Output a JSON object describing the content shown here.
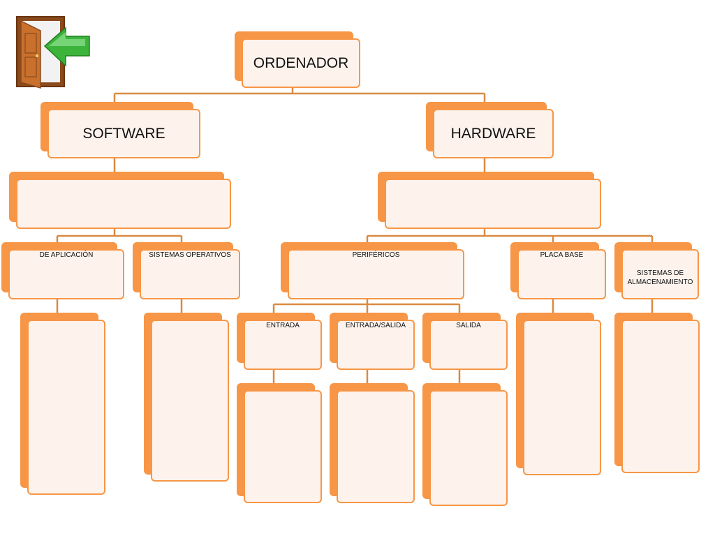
{
  "diagram": {
    "root": {
      "label": "ORDENADOR"
    },
    "software": {
      "label": "SOFTWARE",
      "category_label": "",
      "children": [
        {
          "label": "DE APLICACIÓN",
          "content": ""
        },
        {
          "label": "SISTEMAS OPERATIVOS",
          "content": ""
        }
      ]
    },
    "hardware": {
      "label": "HARDWARE",
      "category_label": "",
      "children": [
        {
          "label": "PERIFÉRICOS",
          "children": [
            {
              "label": "ENTRADA",
              "content": ""
            },
            {
              "label": "ENTRADA/SALIDA",
              "content": ""
            },
            {
              "label": "SALIDA",
              "content": ""
            }
          ]
        },
        {
          "label": "PLACA BASE",
          "content": ""
        },
        {
          "label": "SISTEMAS DE ALMACENAMIENTO",
          "content": ""
        }
      ]
    }
  },
  "icons": {
    "exit": "exit-door-icon"
  },
  "colors": {
    "accent": "#f79646",
    "box_fill": "#fdf3ec",
    "connector": "#d98a43"
  }
}
